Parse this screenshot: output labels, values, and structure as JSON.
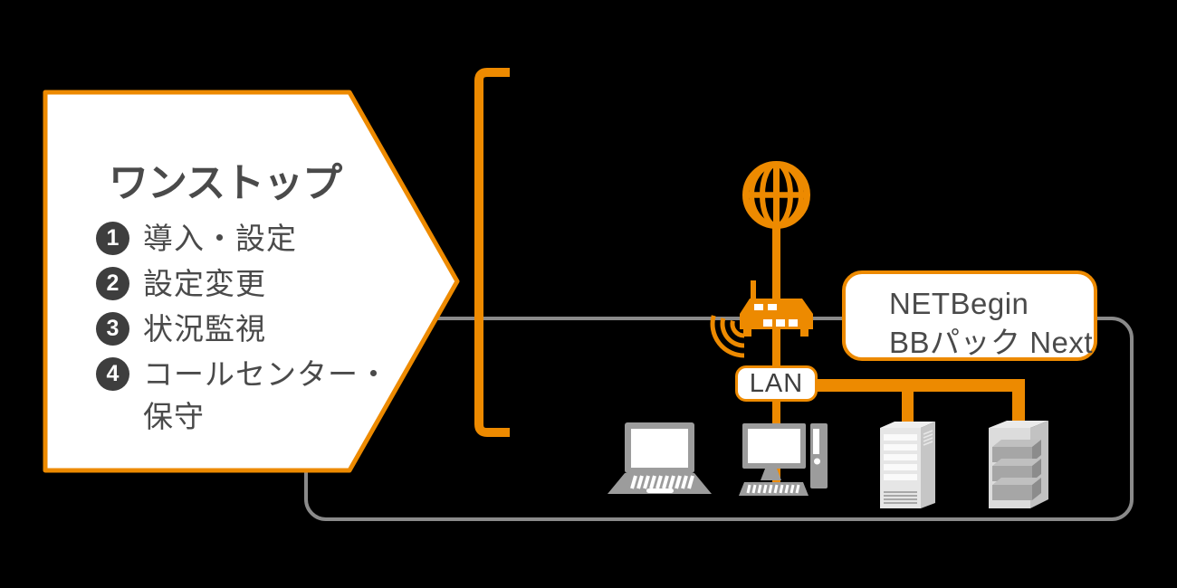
{
  "colors": {
    "orange": "#ED8A00",
    "dark_text": "#4A4A4A",
    "bullet": "#3E3E3E",
    "frame_gray": "#8A8A8A",
    "device_gray": "#9C9C9C",
    "label_text": "#3F3F3F"
  },
  "onestop": {
    "title": "ワンストップ",
    "items": [
      {
        "num": "1",
        "label": "導入・設定"
      },
      {
        "num": "2",
        "label": "設定変更"
      },
      {
        "num": "3",
        "label": "状況監視"
      },
      {
        "num": "4",
        "label": "コールセンター・\n保守"
      }
    ]
  },
  "network": {
    "lan_label": "LAN",
    "product_line1": "NETBegin",
    "product_line2": "BBパック Next"
  },
  "icons": [
    "globe-icon",
    "router-icon",
    "wifi-waves-icon",
    "laptop-icon",
    "desktop-pc-icon",
    "tower-server-icon",
    "rack-server-icon"
  ]
}
